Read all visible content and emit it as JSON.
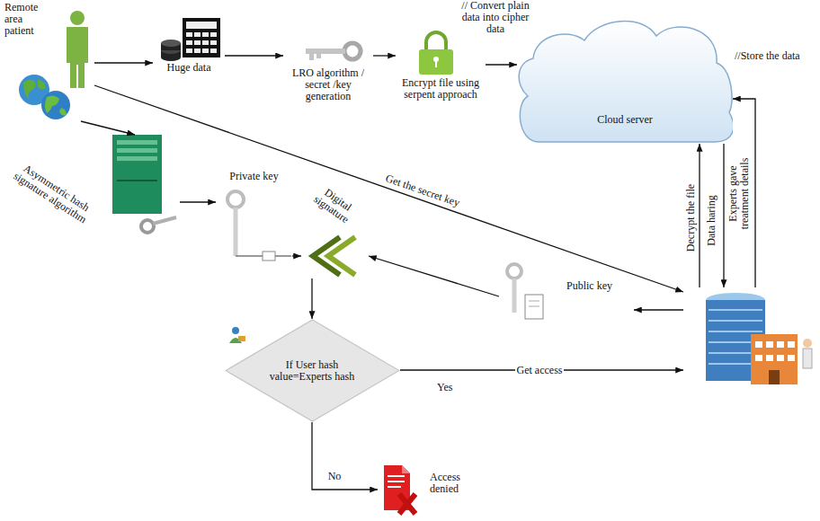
{
  "diagram": {
    "nodes": [
      {
        "text": [
          "Remote area patient"
        ]
      },
      {
        "text": [
          "Huge data"
        ]
      },
      {
        "text": [
          "LRO algorithm / secret /key generation"
        ]
      },
      {
        "text": [
          "Encrypt file using serpent approach"
        ]
      },
      {
        "text": [
          "Cloud server"
        ]
      },
      {
        "text": [
          "Asymmetric hash signature algorithm"
        ]
      },
      {
        "text": [
          "Private key"
        ]
      },
      {
        "text": [
          "Digital signature"
        ]
      },
      {
        "text": [
          "Public key"
        ]
      },
      {
        "text": [
          "If User hash value=Experts hash"
        ]
      },
      {
        "text": [
          "Access denied"
        ]
      },
      {
        "text": []
      }
    ],
    "edges": [
      {
        "from": 0,
        "to": 1,
        "arrow": "to"
      },
      {
        "from": 1,
        "to": 2,
        "arrow": "to"
      },
      {
        "from": 2,
        "to": 3,
        "arrow": "to"
      },
      {
        "from": 3,
        "to": 4,
        "label": "// Convert plain data into cipher data",
        "arrow": "to"
      },
      {
        "from": 0,
        "to": 5,
        "arrow": "to"
      },
      {
        "from": 5,
        "to": 6,
        "arrow": "to"
      },
      {
        "from": 6,
        "to": 7,
        "arrow": "to"
      },
      {
        "from": 0,
        "to": 11,
        "label": "Get the secret key",
        "arrow": "to"
      },
      {
        "from": 11,
        "to": 8,
        "arrow": "to"
      },
      {
        "from": 8,
        "to": 7,
        "arrow": "to"
      },
      {
        "from": 7,
        "to": 9,
        "arrow": "to"
      },
      {
        "from": 9,
        "to": 11,
        "label": "Get access",
        "arrow": "to"
      },
      {
        "from": 9,
        "to": 10,
        "label": "No",
        "arrow": "to"
      },
      {
        "from": 11,
        "to": 4,
        "label": "Decrypt the file",
        "arrow": "to"
      },
      {
        "from": 4,
        "to": 11,
        "label": "Data haring",
        "arrow": "to"
      },
      {
        "from": 11,
        "to": 4,
        "label": "Experts gave treatment details",
        "arrow": "to"
      }
    ],
    "labels": [
      "//Store the data",
      "Yes"
    ]
  }
}
